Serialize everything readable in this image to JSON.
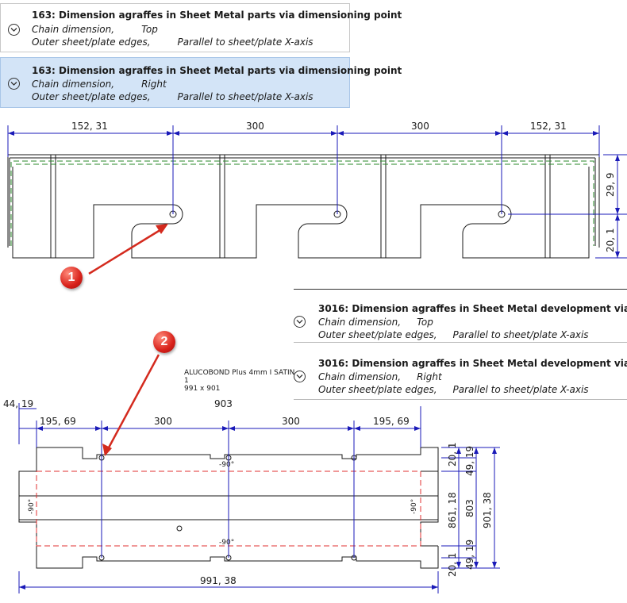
{
  "cards": [
    {
      "title": "163: Dimension agraffes in Sheet Metal parts via dimensioning point",
      "line2_a": "Chain dimension,",
      "line2_b": "Top",
      "line3_a": "Outer sheet/plate edges,",
      "line3_b": "Parallel to sheet/plate X-axis"
    },
    {
      "title": "163: Dimension agraffes in Sheet Metal parts via dimensioning point",
      "line2_a": "Chain dimension,",
      "line2_b": "Right",
      "line3_a": "Outer sheet/plate edges,",
      "line3_b": "Parallel to sheet/plate X-axis"
    },
    {
      "title_pre": "3016: Dimension agraffes in Sheet Metal ",
      "title_bold": "development",
      "title_post": " via dimensioning point",
      "line2_a": "Chain dimension,",
      "line2_b": "Top",
      "line3_a": "Outer sheet/plate edges,",
      "line3_b": "Parallel to sheet/plate X-axis"
    },
    {
      "title_pre": "3016: Dimension agraffes in Sheet Metal ",
      "title_bold": "development",
      "title_post": " via dimensioning point",
      "line2_a": "Chain dimension,",
      "line2_b": "Right",
      "line3_a": "Outer sheet/plate edges,",
      "line3_b": "Parallel to sheet/plate X-axis"
    }
  ],
  "drawing1": {
    "dims_top": [
      "152, 31",
      "300",
      "300",
      "152, 31"
    ],
    "dims_right": [
      "29, 9",
      "20, 1"
    ]
  },
  "drawing2": {
    "label_line1": "ALUCOBOND Plus 4mm I SATIN",
    "label_line2": "1",
    "label_line3": "991 x 901",
    "dim_overall_top": "903",
    "dim_left_offset": "44, 19",
    "dims_top": [
      "195, 69",
      "300",
      "300",
      "195, 69"
    ],
    "dim_bottom": "991, 38",
    "dims_right": [
      "20, 1",
      "49, 19",
      "861, 18",
      "803",
      "901, 38",
      "49, 19",
      "20, 1"
    ],
    "bend_angles": [
      "-90°",
      "-90°",
      "-90°",
      "-90°"
    ]
  },
  "markers": [
    "1",
    "2"
  ],
  "colors": {
    "dimension_blue": "#1a1ab8",
    "arrow_red": "#d42a1e",
    "selected_card": "#d3e4f7",
    "bend_red": "#e03030",
    "green_dash": "#2a8a2a"
  }
}
